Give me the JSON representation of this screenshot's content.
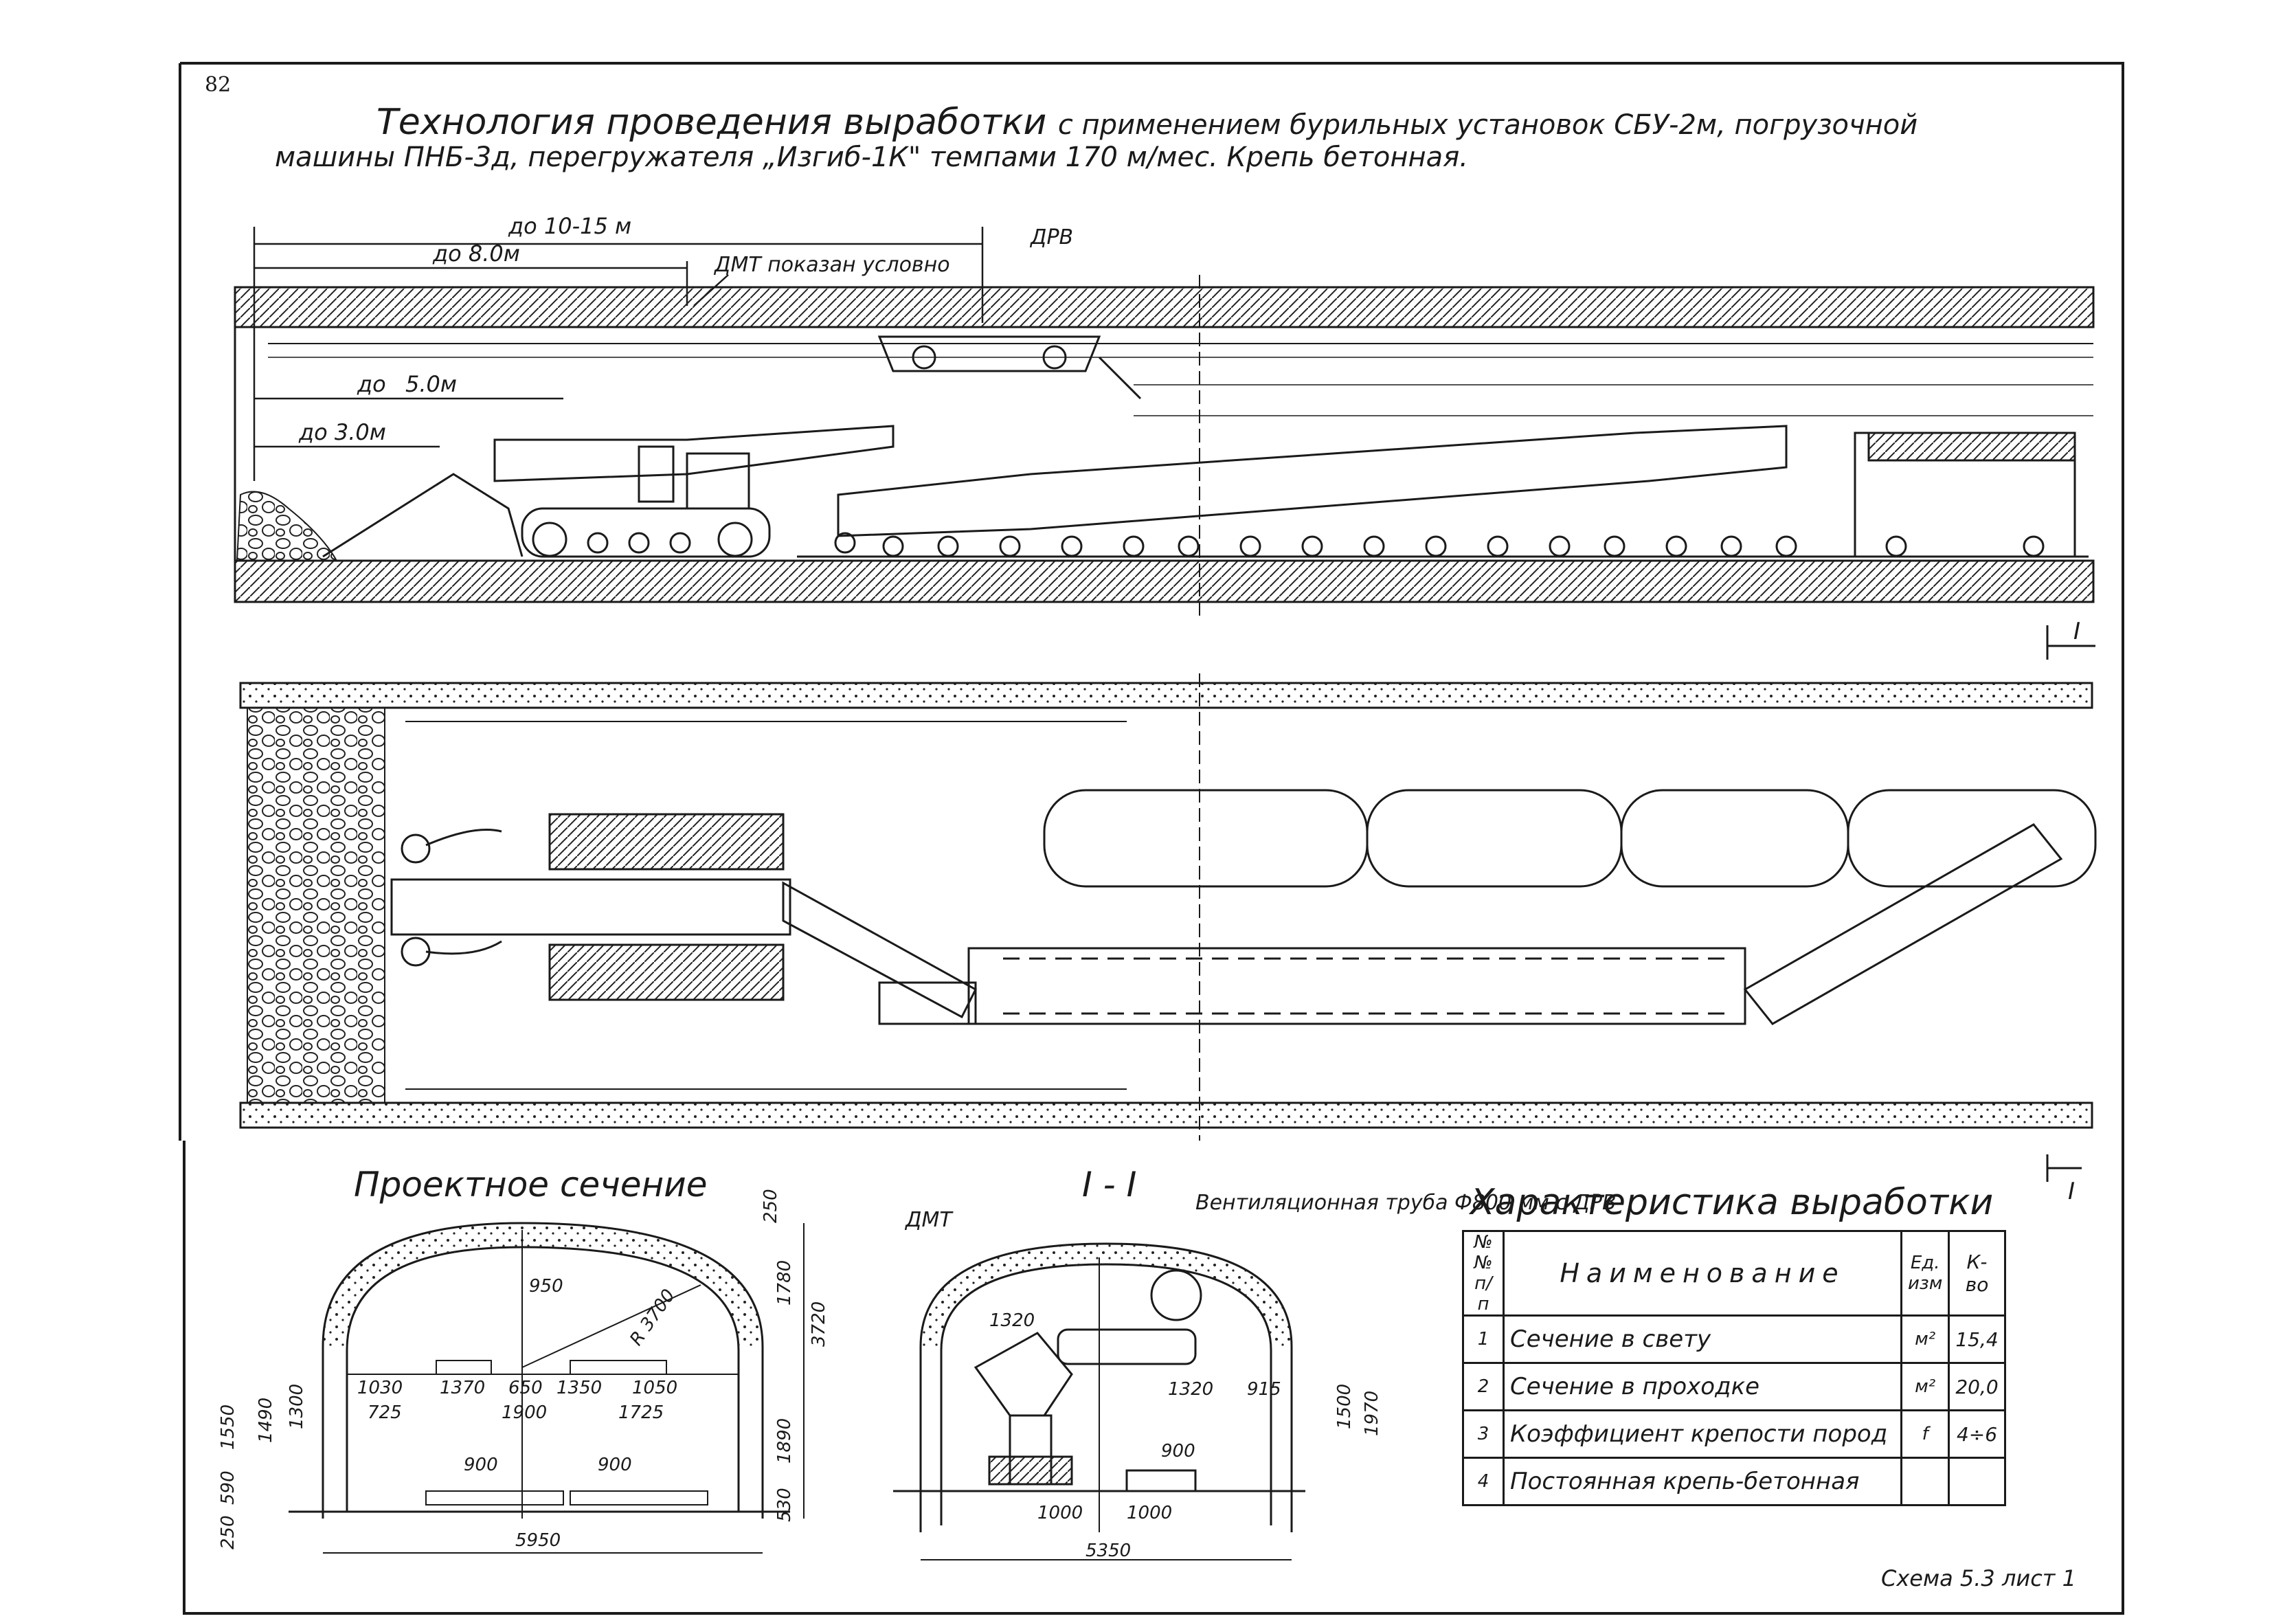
{
  "page_number": "82",
  "title": {
    "main": "Технология проведения выработки",
    "rest": "с применением бурильных установок СБУ-2м, погрузочной",
    "line2": "машины ПНБ-3д, перегружателя „Изгиб-1К\" темпами 170 м/мес. Крепь бетонная."
  },
  "side_view": {
    "dims": [
      "до 10-15 м",
      "до 8.0м",
      "ДМТ показан условно",
      "ДРВ",
      "до",
      "5.0м",
      "до 3.0м"
    ],
    "section_marker": "I"
  },
  "plan_view": {
    "section_marker": "I"
  },
  "design_section": {
    "label": "Проектное сечение",
    "dims": [
      "250",
      "950",
      "R 3700",
      "1780",
      "3720",
      "1030",
      "1370",
      "650",
      "1350",
      "1050",
      "725",
      "1900",
      "1725",
      "1490",
      "1300",
      "1550",
      "1890",
      "900",
      "900",
      "590",
      "250",
      "530",
      "5950"
    ]
  },
  "section_1_1": {
    "label": "I - I",
    "labels": [
      "ДМТ",
      "Вентиляционная труба Ф800 мм с ДРВ"
    ],
    "dims": [
      "1320",
      "1320",
      "915",
      "1500",
      "1970",
      "900",
      "1000",
      "1000",
      "5350"
    ]
  },
  "characteristics": {
    "title": "Характеристика выработки",
    "headers": {
      "num": "№№ п/п",
      "name": "Наименование",
      "unit": "Ед. изм",
      "value": "К-во"
    },
    "rows": [
      {
        "num": "1",
        "name": "Сечение в свету",
        "unit": "м²",
        "value": "15,4"
      },
      {
        "num": "2",
        "name": "Сечение в проходке",
        "unit": "м²",
        "value": "20,0"
      },
      {
        "num": "3",
        "name": "Коэффициент крепости пород",
        "unit": "f",
        "value": "4÷6"
      },
      {
        "num": "4",
        "name": "Постоянная крепь-бетонная",
        "unit": "",
        "value": ""
      }
    ]
  },
  "scheme_label": "Схема 5.3 лист 1"
}
